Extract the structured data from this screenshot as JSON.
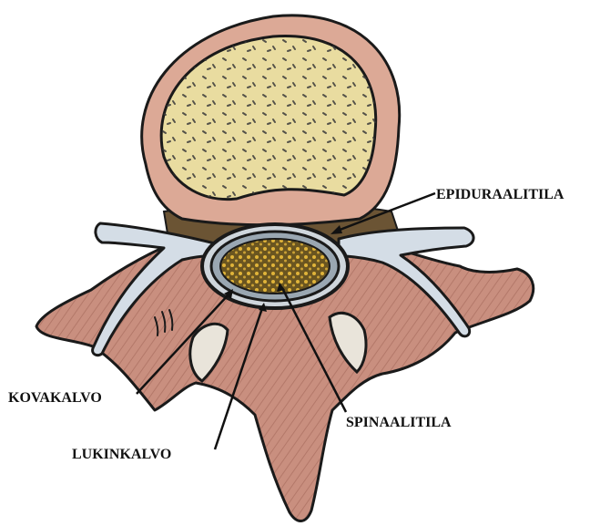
{
  "labels": {
    "epidural_space": "EPIDURAALITILA",
    "dura_mater": "KOVAKALVO",
    "spinal_canal": "SPINAALITILA",
    "arachnoid": "LUKINKALVO"
  },
  "colors": {
    "bone_fill": "#c98f7f",
    "bone_shade": "#a86a5c",
    "body_cortex": "#dca996",
    "body_marrow": "#e9dca0",
    "marrow_dots": "#3a3a3a",
    "nerve": "#d4dde6",
    "canal_content": "#b38a2e",
    "canal_dots": "#e0b43a",
    "outline": "#1a1a1a",
    "label_text": "#111111"
  }
}
